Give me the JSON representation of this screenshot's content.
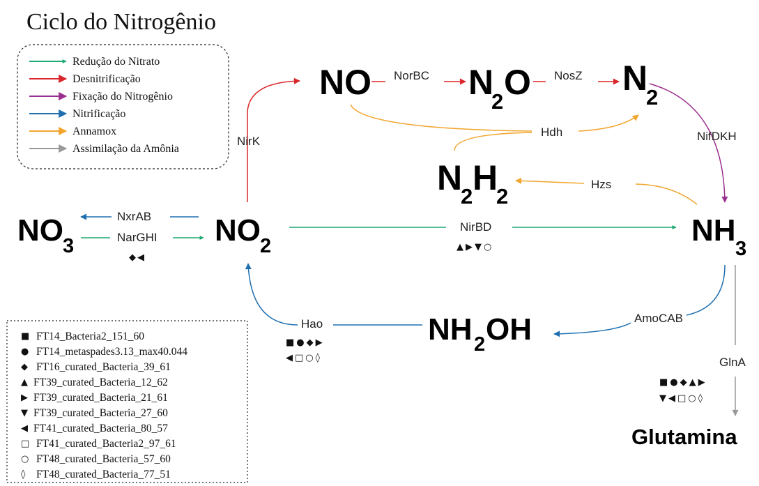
{
  "title": "Ciclo do Nitrogênio",
  "colors": {
    "reducao": "#1aa971",
    "desnitrificacao": "#d9262b",
    "fixacao": "#9b2f8f",
    "nitrificacao": "#1f6fb0",
    "annamox": "#f1a52c",
    "assimilacao": "#999999"
  },
  "legend": [
    {
      "label": "Redução do Nitrato",
      "color_key": "reducao"
    },
    {
      "label": "Desnitrificação",
      "color_key": "desnitrificacao"
    },
    {
      "label": "Fixação do Nitrogênio",
      "color_key": "fixacao"
    },
    {
      "label": "Nitrificação",
      "color_key": "nitrificacao"
    },
    {
      "label": "Annamox",
      "color_key": "annamox"
    },
    {
      "label": "Assimilação da Amônia",
      "color_key": "assimilacao"
    }
  ],
  "molecules": {
    "no": {
      "base": "NO"
    },
    "n2o": {
      "a": "N",
      "sub": "2",
      "b": "O"
    },
    "n2": {
      "a": "N",
      "sub": "2"
    },
    "n2h2": {
      "a": "N",
      "sub1": "2",
      "b": "H",
      "sub2": "2"
    },
    "no3": {
      "a": "NO",
      "sub": "3"
    },
    "no2": {
      "a": "NO",
      "sub": "2"
    },
    "nh3": {
      "a": "NH",
      "sub": "3"
    },
    "nh2oh": {
      "a": "NH",
      "sub": "2",
      "b": "OH"
    },
    "glutamina": {
      "base": "Glutamina"
    }
  },
  "enzymes": {
    "norbc": "NorBC",
    "nosz": "NosZ",
    "nirk": "NirK",
    "hdh": "Hdh",
    "nifdkh": "NifDKH",
    "hzs": "Hzs",
    "nxrab": "NxrAB",
    "narghi": "NarGHI",
    "nirbd": "NirBD",
    "hao": "Hao",
    "amocab": "AmoCAB",
    "glna": "GlnA"
  },
  "markers": {
    "narghi": "◆◀",
    "nirbd": "▲▶▼○",
    "hao_1": "■●◆▶",
    "hao_2": "◀□○◊",
    "glna_1": "■●◆▲▶",
    "glna_2": "▼◀□○◊"
  },
  "organisms": [
    {
      "symbol": "■",
      "name": "FT14_Bacteria2_151_60"
    },
    {
      "symbol": "●",
      "name": "FT14_metaspades3.13_max40.044"
    },
    {
      "symbol": "◆",
      "name": "FT16_curated_Bacteria_39_61"
    },
    {
      "symbol": "▲",
      "name": "FT39_curated_Bacteria_12_62"
    },
    {
      "symbol": "▶",
      "name": "FT39_curated_Bacteria_21_61"
    },
    {
      "symbol": "▼",
      "name": "FT39_curated_Bacteria_27_60"
    },
    {
      "symbol": "◀",
      "name": "FT41_curated_Bacteria_80_57"
    },
    {
      "symbol": "□",
      "name": "FT41_curated_Bacteria2_97_61"
    },
    {
      "symbol": "○",
      "name": "FT48_curated_Bacteria_57_60"
    },
    {
      "symbol": "◊",
      "name": "FT48_curated_Bacteria_77_51"
    }
  ]
}
